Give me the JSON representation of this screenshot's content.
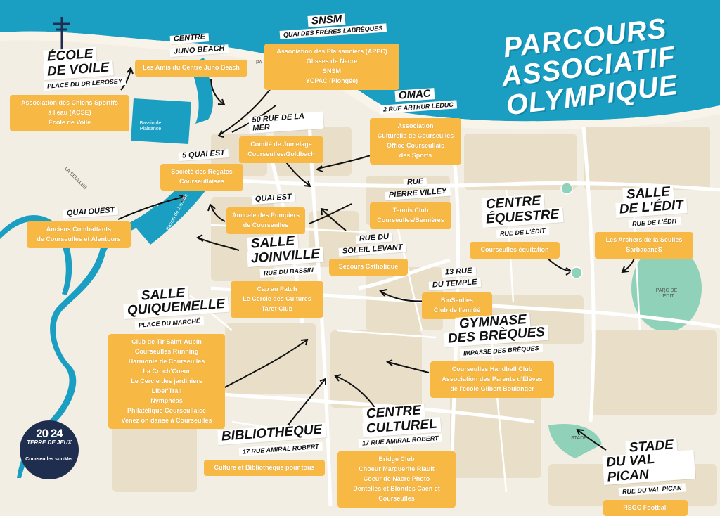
{
  "map": {
    "title_lines": [
      "PARCOURS",
      "ASSOCIATIF",
      "OLYMPIQUE"
    ],
    "colors": {
      "sea": "#1a9ec2",
      "land": "#f3eee4",
      "block": "#e9dfc9",
      "road": "#ffffff",
      "park": "#8fd1b9",
      "box": "#f7b944",
      "logo": "#1f2d4e"
    },
    "map_labels": {
      "bassin": "Bassin de Plaisance",
      "seulles": "LA SEULLES",
      "joinville": "Bassin de Joinville",
      "parc": "PARC DE L'ÉDIT",
      "stade": "STADE",
      "pa": "PA"
    },
    "locations": {
      "ecole": {
        "title": [
          "ÉCOLE",
          "DE VOILE"
        ],
        "subtitle": "PLACE DU DR LEROSEY",
        "items": [
          "Association des Chiens Sportifs",
          "à l'eau (ACSE)",
          "École de Voile"
        ]
      },
      "juno": {
        "title": [
          "CENTRE",
          "JUNO BEACH"
        ],
        "subtitle": "",
        "items": [
          "Les Amis du Centre Juno Beach"
        ]
      },
      "snsm": {
        "title": [
          "SNSM"
        ],
        "subtitle": "QUAI DES FRÈRES LABRÈQUES",
        "items": [
          "Association des Plaisanciers (APPC)",
          "Glisses de Nacre",
          "SNSM",
          "YCPAC (Plongée)"
        ]
      },
      "omac": {
        "title": [
          "OMAC"
        ],
        "subtitle": "2 RUE ARTHUR LEDUC",
        "items": [
          "Association",
          "Culturelle de Courseulles",
          "Office Courseullais",
          "des Sports"
        ]
      },
      "mer": {
        "title": [
          "50 RUE DE LA MER"
        ],
        "subtitle": "",
        "items": [
          "Comité de Jumelage",
          "Courseulles/Goldbach"
        ]
      },
      "quai5": {
        "title": [
          "5 QUAI EST"
        ],
        "subtitle": "",
        "items": [
          "Société des Régates",
          "Courseullaises"
        ]
      },
      "quaiest": {
        "title": [
          "QUAI EST"
        ],
        "subtitle": "",
        "items": [
          "Amicale des Pompiers",
          "de Courseulles"
        ]
      },
      "quaiouest": {
        "title": [
          "QUAI OUEST"
        ],
        "subtitle": "",
        "items": [
          "Anciens Combattants",
          "de Courseulles et Alentours"
        ]
      },
      "villey": {
        "title": [
          "RUE",
          "PIERRE VILLEY"
        ],
        "subtitle": "",
        "items": [
          "Tennis Club",
          "Courseulles/Bernières"
        ]
      },
      "soleil": {
        "title": [
          "RUE DU",
          "SOLEIL LEVANT"
        ],
        "subtitle": "",
        "items": [
          "Secours Catholique"
        ]
      },
      "joinville": {
        "title": [
          "SALLE",
          "JOINVILLE"
        ],
        "subtitle": "RUE DU BASSIN",
        "items": [
          "Cap au Patch",
          "Le Cercle des Cultures",
          "Tarot Club"
        ]
      },
      "equestre": {
        "title": [
          "CENTRE",
          "ÉQUESTRE"
        ],
        "subtitle": "RUE DE L'ÉDIT",
        "items": [
          "Courseulles équitation"
        ]
      },
      "edit": {
        "title": [
          "SALLE",
          "DE L'ÉDIT"
        ],
        "subtitle": "RUE DE L'ÉDIT",
        "items": [
          "Les Archers de la Seulles",
          "SarbacaneS"
        ]
      },
      "temple": {
        "title": [
          "13 RUE",
          "DU TEMPLE"
        ],
        "subtitle": "",
        "items": [
          "BioSeulles",
          "Club de l'amitié"
        ]
      },
      "quiquemelle": {
        "title": [
          "SALLE",
          "QUIQUEMELLE"
        ],
        "subtitle": "PLACE DU MARCHÉ",
        "items": [
          "Club de Tir Saint-Aubin",
          "Courseulles Running",
          "Harmonie de Courseulles",
          "La Croch'Coeur",
          "Le Cercle des jardiniers",
          "Liber'Trail",
          "Nymphéas",
          "Philatélique Courseullaise",
          "Venez on danse à Courseulles"
        ]
      },
      "gymnase": {
        "title": [
          "GYMNASE",
          "DES BRÈQUES"
        ],
        "subtitle": "IMPASSE DES BRÈQUES",
        "items": [
          "Courseulles Handball Club",
          "Association des Parents d'Élèves",
          "de l'école Gilbert Boulanger"
        ]
      },
      "biblio": {
        "title": [
          "BIBLIOTHÈQUE"
        ],
        "subtitle": "17 RUE AMIRAL ROBERT",
        "items": [
          "Culture et Bibliothèque pour tous"
        ]
      },
      "culturel": {
        "title": [
          "CENTRE",
          "CULTUREL"
        ],
        "subtitle": "17 RUE AMIRAL ROBERT",
        "items": [
          "Bridge Club",
          "Choeur Marguerite Riault",
          "Coeur de Nacre Photo",
          "Dentelles et Blondes Caen et",
          "Courseulles"
        ]
      },
      "stade": {
        "title": [
          "STADE",
          "DU VAL PICAN"
        ],
        "subtitle": "RUE DU VAL PICAN",
        "items": [
          "RSGC Football"
        ]
      }
    },
    "logo": {
      "line1": "20 24",
      "line2": "TERRE DE JEUX",
      "line3": "Courseulles sur-Mer"
    }
  }
}
